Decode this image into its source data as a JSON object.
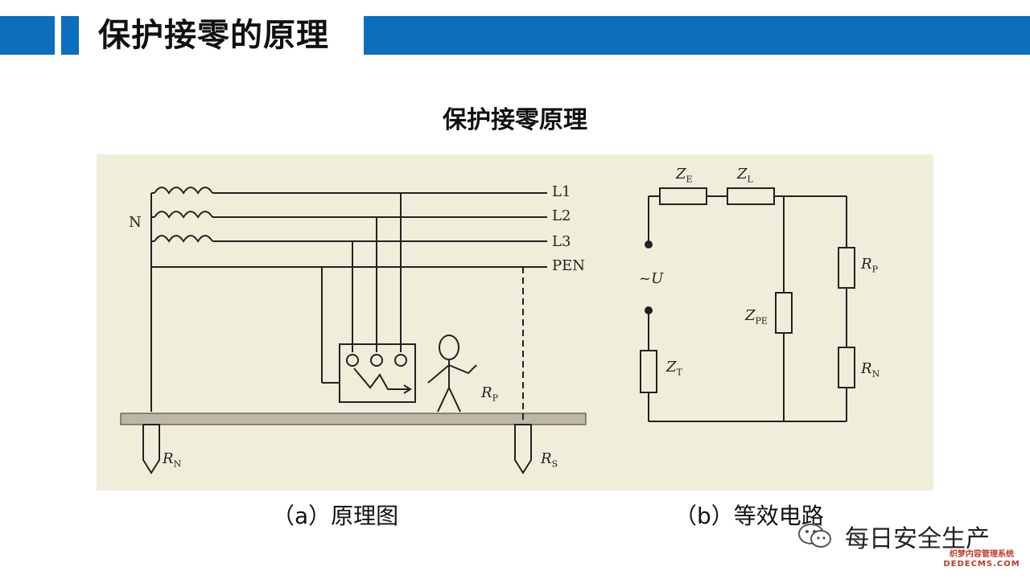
{
  "header": {
    "title": "保护接零的原理",
    "accent": "#0b6fbd"
  },
  "subtitle": "保护接零原理",
  "diagram_a": {
    "labels": {
      "n": "N",
      "l1": "L1",
      "l2": "L2",
      "l3": "L3",
      "pen": "PEN",
      "rp_base": "R",
      "rp_sub": "P",
      "rn_base": "R",
      "rn_sub": "N",
      "rs_base": "R",
      "rs_sub": "S"
    },
    "caption": "（a）原理图"
  },
  "diagram_b": {
    "labels": {
      "ze_base": "Z",
      "ze_sub": "E",
      "zl_base": "Z",
      "zl_sub": "L",
      "rp_base": "R",
      "rp_sub": "P",
      "u": "~U",
      "zpe_base": "Z",
      "zpe_sub": "PE",
      "zt_base": "Z",
      "zt_sub": "T",
      "rn_base": "R",
      "rn_sub": "N"
    },
    "caption": "（b）等效电路"
  },
  "watermark": {
    "account": "每日安全生产",
    "icon": "wechat-icon",
    "cms_line1": "织梦内容管理系统",
    "cms_line2": "DEDECMS.COM"
  }
}
